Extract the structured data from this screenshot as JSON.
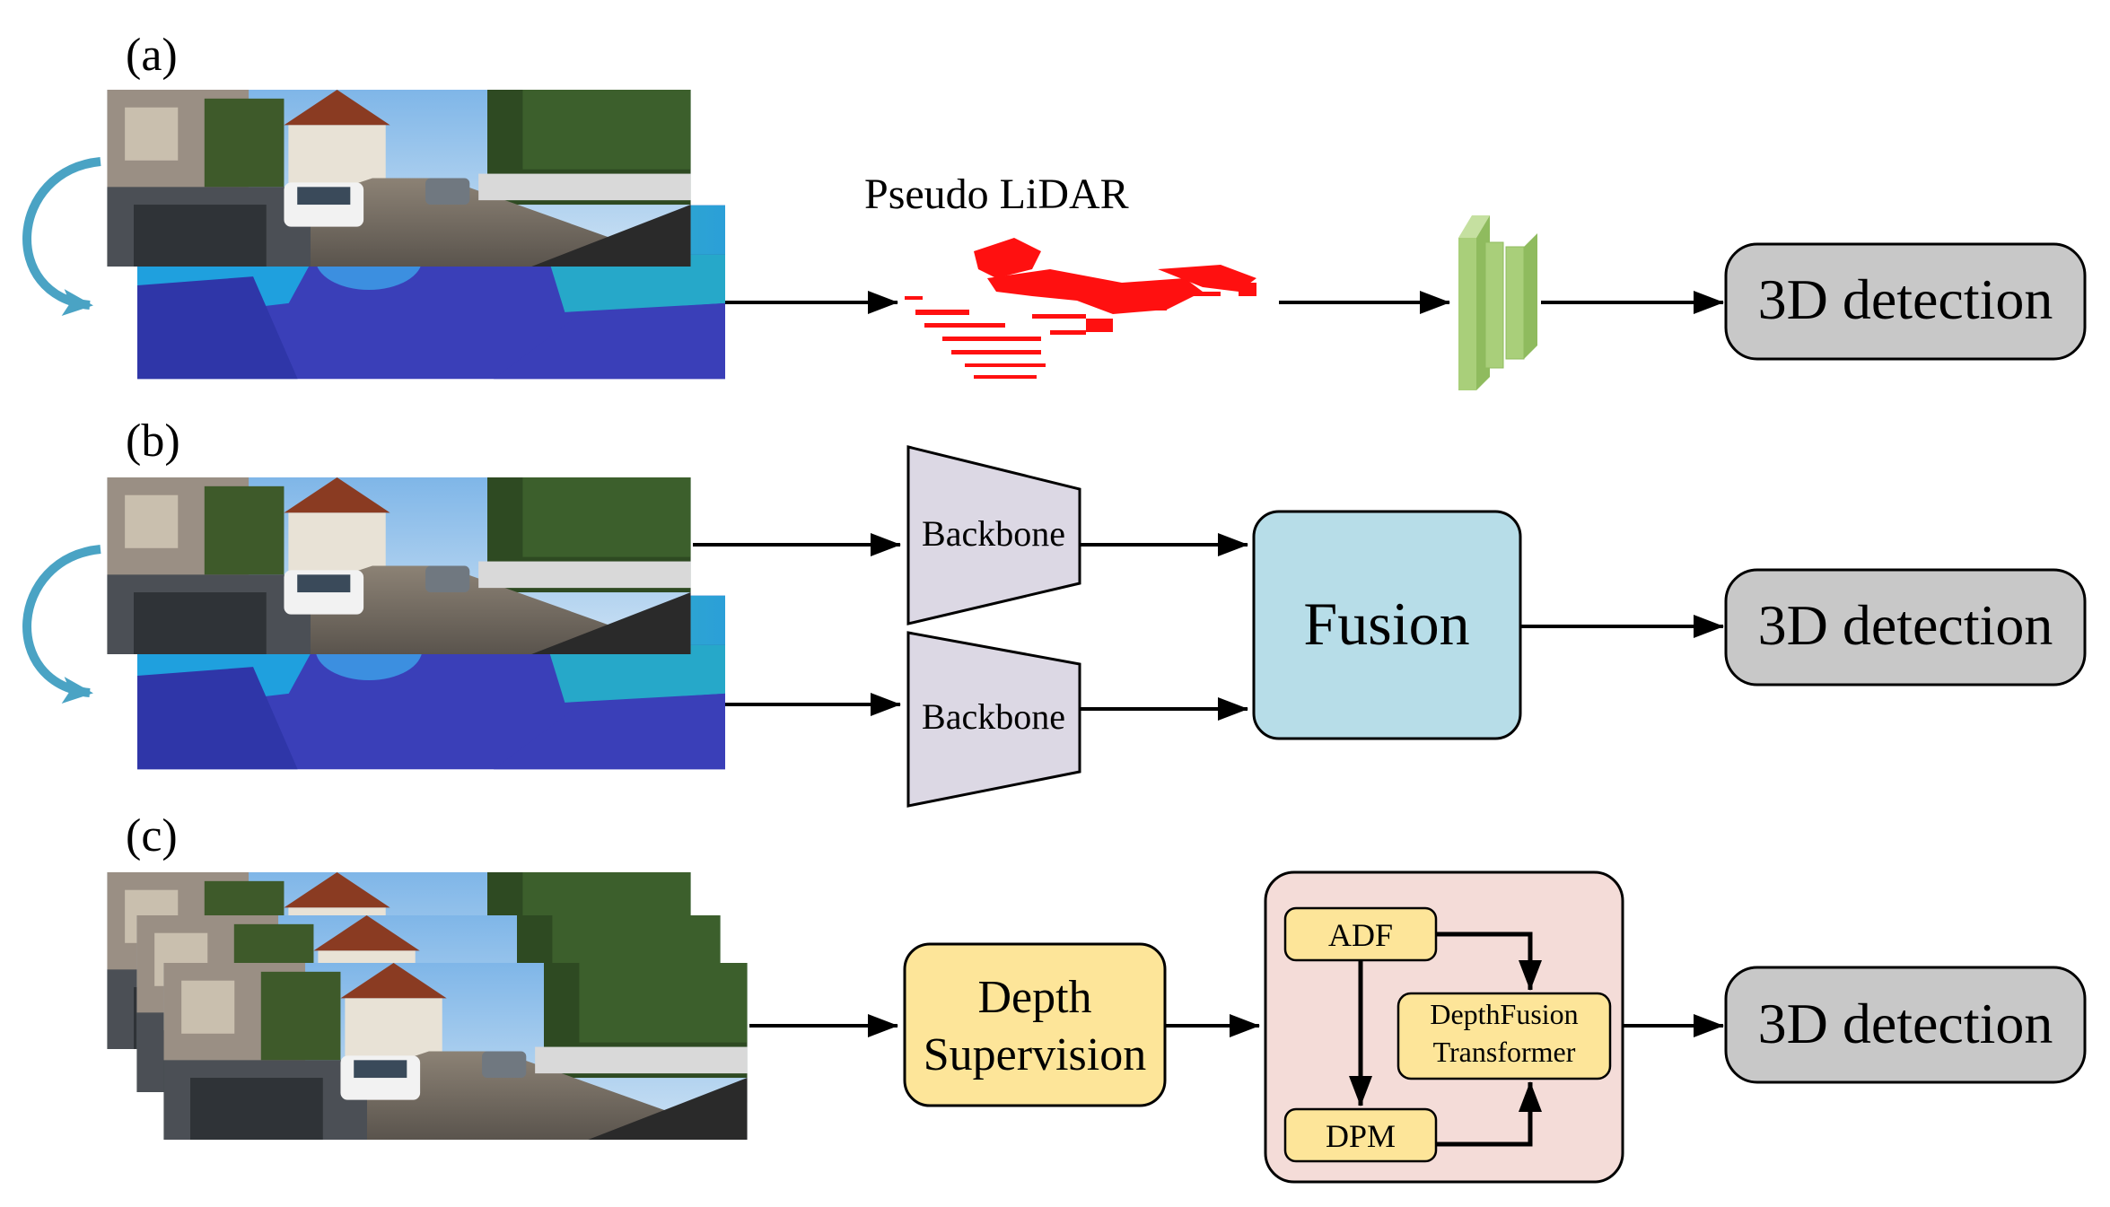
{
  "panels": {
    "a": {
      "label": "(a)",
      "pseudo_lidar_label": "Pseudo LiDAR",
      "output_label": "3D detection"
    },
    "b": {
      "label": "(b)",
      "backbone_top_label": "Backbone",
      "backbone_bottom_label": "Backbone",
      "fusion_label": "Fusion",
      "output_label": "3D detection"
    },
    "c": {
      "label": "(c)",
      "depth_supervision_line1": "Depth",
      "depth_supervision_line2": "Supervision",
      "adf_label": "ADF",
      "dpm_label": "DPM",
      "transformer_line1": "DepthFusion",
      "transformer_line2": "Transformer",
      "output_label": "3D detection"
    }
  },
  "colors": {
    "arrow": "#000000",
    "curved_arrow": "#4aa3c4",
    "detection_box": "#c8c8c8",
    "backbone": "#dcd8e4",
    "fusion": "#b7dde8",
    "depth_supervision": "#fde599",
    "module_bg": "#f4dcd8",
    "module_item": "#fde599",
    "point_cloud": "#ff1010",
    "cnn_block": "#a9cf7a"
  }
}
